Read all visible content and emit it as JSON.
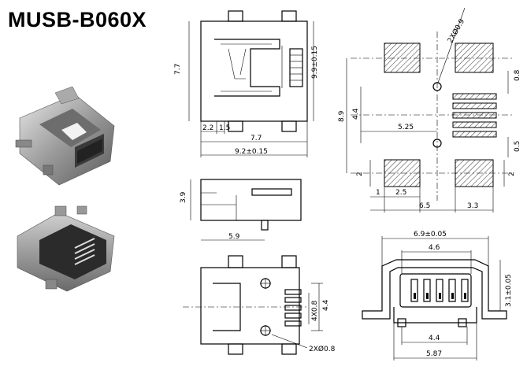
{
  "title": "MUSB-B060X",
  "dims": {
    "top_height": "7.7",
    "top_right_height": "9.9±0.15",
    "top_d1": "2.2",
    "top_d2": "1.5",
    "top_d3": "7.7",
    "top_width": "9.2±0.15",
    "side_height": "3.9",
    "side_width": "5.9",
    "pad_hole": "2XØ0.9",
    "pad_total_h": "8.9",
    "pad_inner_h": "4.4",
    "pad_pitch": "0.8",
    "pad_x": "5.25",
    "pad_bot": "0.5",
    "pad_left_h": "2",
    "pad_right_h": "2",
    "pad_b1": "1",
    "pad_b2": "2.5",
    "pad_width": "6.5",
    "pad_right_w": "3.3",
    "bot_pitch": "4X0.8",
    "bot_h": "4.4",
    "bot_hole": "2XØ0.8",
    "front_top": "6.9±0.05",
    "front_inner": "4.6",
    "front_h": "3.1±0.05",
    "front_b1": "4.4",
    "front_b2": "5.87"
  }
}
